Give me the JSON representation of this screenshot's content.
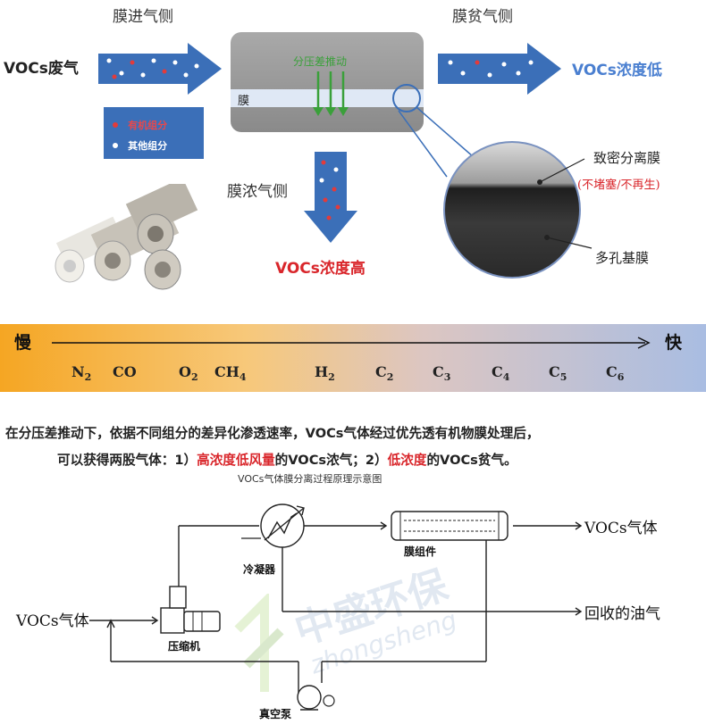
{
  "membrane": {
    "feed_side_label": "膜进气侧",
    "lean_side_label": "膜贫气侧",
    "rich_side_label": "膜浓气侧",
    "inlet_label": "VOCs废气",
    "lean_out_label": "VOCs浓度低",
    "rich_out_label": "VOCs浓度高",
    "driving_force_label": "分压差推动",
    "membrane_word": "膜",
    "legend": [
      {
        "label": "有机组分",
        "color": "#e23b3b"
      },
      {
        "label": "其他组分",
        "color": "#ffffff"
      }
    ],
    "zoom_top_label": "致密分离膜",
    "zoom_note_label": "(不堵塞/不再生)",
    "zoom_bottom_label": "多孔基膜"
  },
  "permeation_scale": {
    "slow_label": "慢",
    "fast_label": "快",
    "species": [
      {
        "base": "N",
        "sub": "2"
      },
      {
        "base": "CO",
        "sub": ""
      },
      {
        "base": "O",
        "sub": "2"
      },
      {
        "base": "CH",
        "sub": "4"
      },
      {
        "base": "H",
        "sub": "2"
      },
      {
        "base": "C",
        "sub": "2"
      },
      {
        "base": "C",
        "sub": "3"
      },
      {
        "base": "C",
        "sub": "4"
      },
      {
        "base": "C",
        "sub": "5"
      },
      {
        "base": "C",
        "sub": "6"
      }
    ]
  },
  "description": {
    "line1": "在分压差推动下，依据不同组分的差异化渗透速率，VOCs气体经过优先透有机物膜处理后，",
    "line2_prefix": "可以获得两股气体：1）",
    "line2_red1": "高浓度低风量",
    "line2_mid": "的VOCs浓气；2）",
    "line2_red2": "低浓度",
    "line2_suffix": "的VOCs贫气。",
    "caption": "VOCs气体膜分离过程原理示意图"
  },
  "process": {
    "inlet_label": "VOCs气体",
    "compressor_label": "压缩机",
    "condenser_label": "冷凝器",
    "module_label": "膜组件",
    "outlet_label": "VOCs气体",
    "oil_label": "回收的油气",
    "pump_label": "真空泵",
    "watermark_cn": "中盛环保",
    "watermark_en": "zhongsheng"
  },
  "colors": {
    "arrow_blue": "#3b6fb8",
    "accent_red": "#d9262b",
    "green": "#3aa03a",
    "lean_blue": "#4a7fd0",
    "scale_start": "#f5a623",
    "scale_end": "#9fb7e0"
  }
}
